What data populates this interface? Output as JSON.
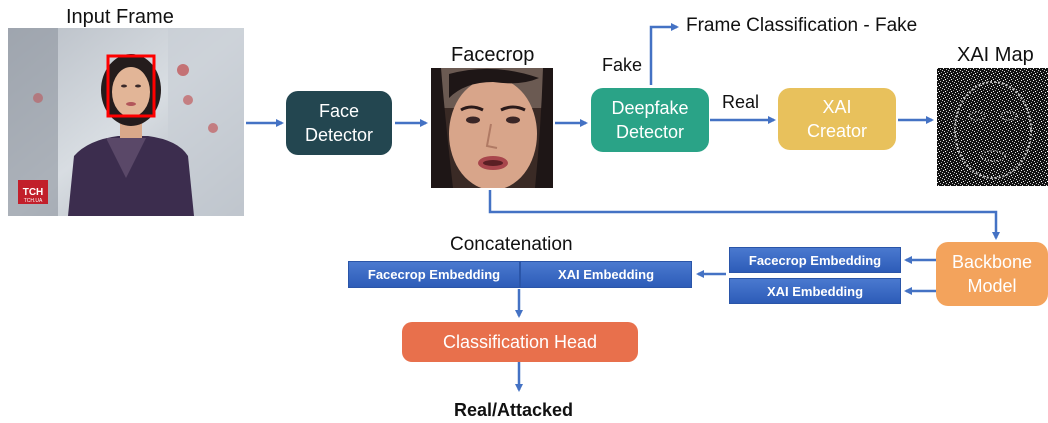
{
  "labels": {
    "input_frame": "Input Frame",
    "facecrop": "Facecrop",
    "xai_map": "XAI Map",
    "fake": "Fake",
    "real": "Real",
    "frame_classification": "Frame Classification - Fake",
    "concatenation": "Concatenation",
    "output": "Real/Attacked"
  },
  "boxes": {
    "face_detector": "Face\nDetector",
    "deepfake_detector": "Deepfake\nDetector",
    "xai_creator": "XAI\nCreator",
    "backbone_model": "Backbone\nModel",
    "classification_head": "Classification Head"
  },
  "embeddings": {
    "facecrop_embedding": "Facecrop  Embedding",
    "xai_embedding": "XAI Embedding"
  },
  "concat": {
    "facecrop_embedding": "Facecrop  Embedding",
    "xai_embedding": "XAI Embedding"
  },
  "frame_logo": {
    "channel": "TCH",
    "sub": "TCH.UA"
  },
  "colors": {
    "arrow": "#4472c4",
    "face_detector": "#234650",
    "deepfake_detector": "#2aa387",
    "xai_creator": "#e8c15c",
    "backbone_model": "#f3a35c",
    "classification_head": "#e8704c",
    "bbox": "#ff0000"
  }
}
